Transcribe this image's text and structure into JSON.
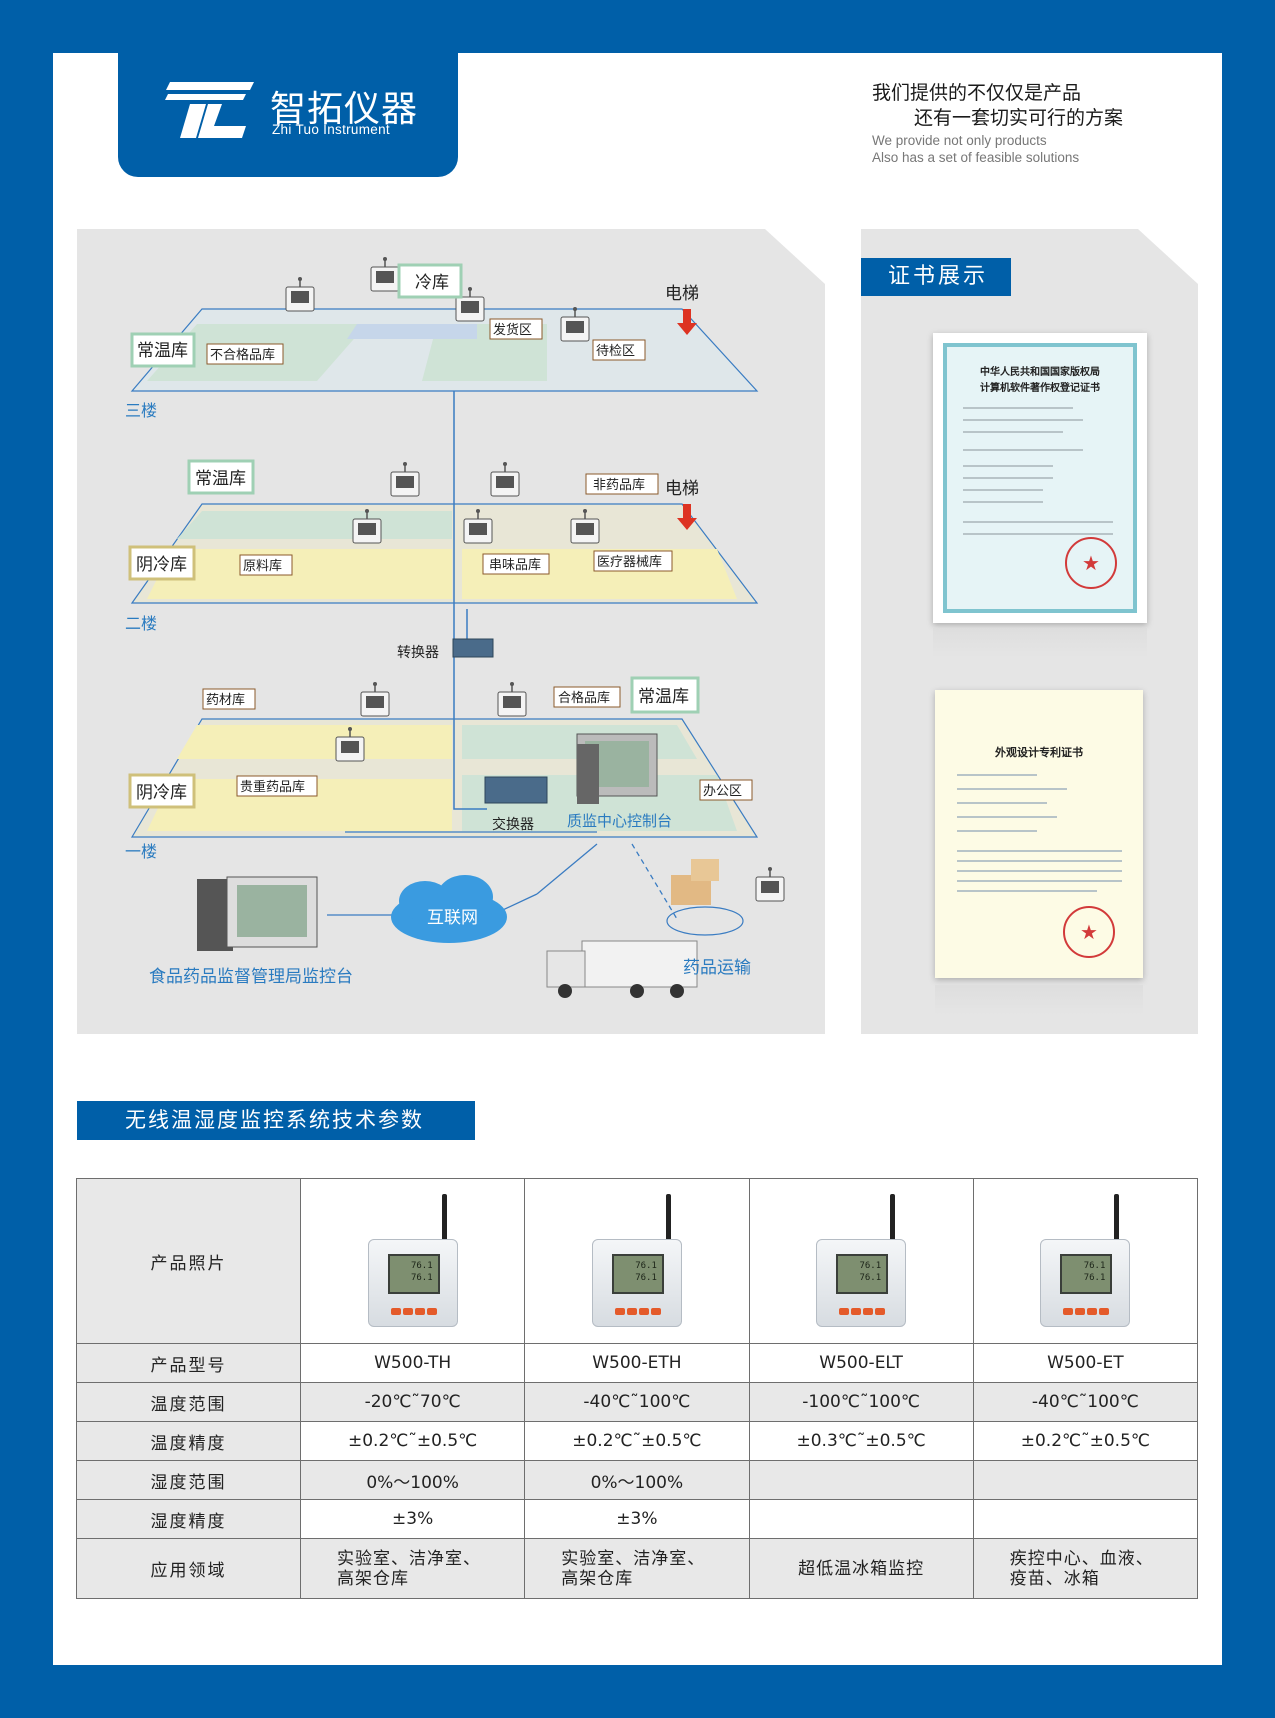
{
  "brand": {
    "name_cn": "智拓仪器",
    "name_en": "Zhi Tuo Instrument",
    "color": "#005fa8"
  },
  "slogan": {
    "cn_line1": "我们提供的不仅仅是产品",
    "cn_line2": "还有一套切实可行的方案",
    "en_line1": "We provide not only products",
    "en_line2": "Also has a set of feasible solutions"
  },
  "diagram": {
    "floor3": {
      "level": "三楼",
      "labels": [
        "常温库",
        "不合格品库",
        "冷库",
        "发货区",
        "待检区",
        "电梯"
      ]
    },
    "floor2": {
      "level": "二楼",
      "labels": [
        "常温库",
        "阴冷库",
        "原料库",
        "非药品库",
        "串味品库",
        "医疗器械库",
        "电梯"
      ]
    },
    "floor1": {
      "level": "一楼",
      "labels": [
        "药材库",
        "合格品库",
        "常温库",
        "阴冷库",
        "贵重药品库",
        "办公区"
      ]
    },
    "converter": "转换器",
    "switch": "交换器",
    "qc_center": "质监中心控制台",
    "internet": "互联网",
    "fda_console": "食品药品监督管理局监控台",
    "transport": "药品运输"
  },
  "certificates": {
    "title": "证书展示",
    "cert1_header": "中华人民共和国国家版权局",
    "cert1_title": "计算机软件著作权登记证书",
    "cert2_title": "外观设计专利证书"
  },
  "specs": {
    "title": "无线温湿度监控系统技术参数",
    "row_labels": [
      "产品照片",
      "产品型号",
      "温度范围",
      "温度精度",
      "湿度范围",
      "湿度精度",
      "应用领域"
    ],
    "devices": [
      {
        "model": "W500-TH",
        "temp_range": "-20℃˜70℃",
        "temp_acc": "±0.2℃˜±0.5℃",
        "hum_range": "0%～100%",
        "hum_acc": "±3%",
        "app_line1": "实验室、洁净室、",
        "app_line2": "高架仓库"
      },
      {
        "model": "W500-ETH",
        "temp_range": "-40℃˜100℃",
        "temp_acc": "±0.2℃˜±0.5℃",
        "hum_range": "0%～100%",
        "hum_acc": "±3%",
        "app_line1": "实验室、洁净室、",
        "app_line2": "高架仓库"
      },
      {
        "model": "W500-ELT",
        "temp_range": "-100℃˜100℃",
        "temp_acc": "±0.3℃˜±0.5℃",
        "hum_range": "",
        "hum_acc": "",
        "app_line1": "超低温冰箱监控",
        "app_line2": ""
      },
      {
        "model": "W500-ET",
        "temp_range": "-40℃˜100℃",
        "temp_acc": "±0.2℃˜±0.5℃",
        "hum_range": "",
        "hum_acc": "",
        "app_line1": "疾控中心、血液、",
        "app_line2": "疫苗、冰箱"
      }
    ],
    "lcd_reading": "76.1"
  }
}
